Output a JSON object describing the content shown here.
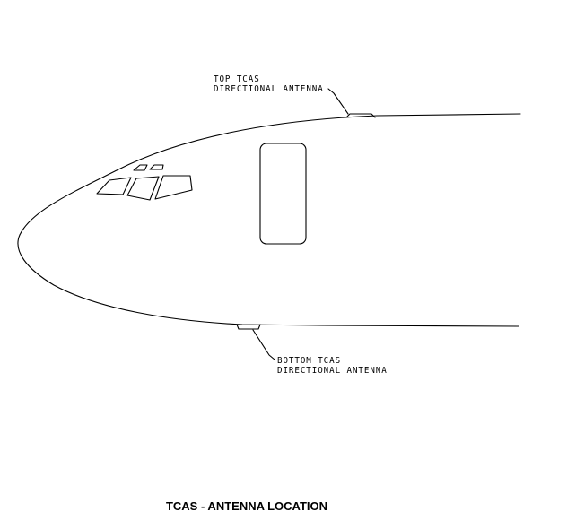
{
  "callouts": {
    "top_line1": "TOP TCAS",
    "top_line2": "DIRECTIONAL ANTENNA",
    "bottom_line1": "BOTTOM TCAS",
    "bottom_line2": "DIRECTIONAL ANTENNA"
  },
  "figure": {
    "title": "TCAS - ANTENNA LOCATION"
  }
}
